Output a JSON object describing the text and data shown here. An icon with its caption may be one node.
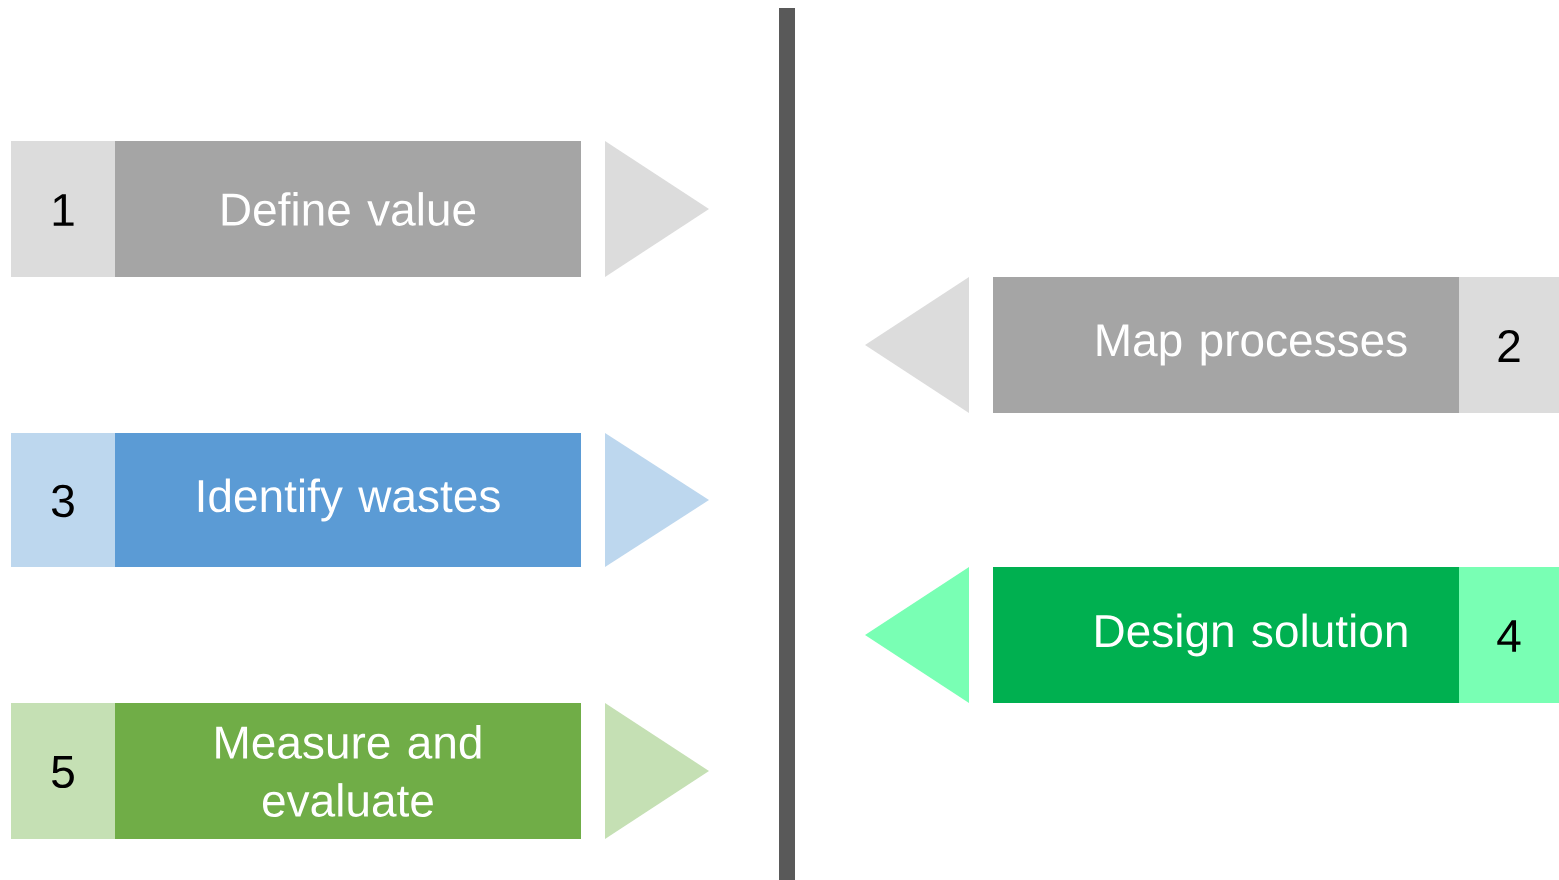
{
  "diagram": {
    "nodes": [
      {
        "text": [],
        "shape": "bar"
      },
      {
        "text": [
          "1",
          "Define value"
        ]
      },
      {
        "text": [],
        "shape": "triangle"
      },
      {
        "text": [],
        "shape": "triangle"
      },
      {
        "text": [
          "Map processes",
          "2"
        ]
      },
      {
        "text": [
          "3",
          "Identify wastes"
        ]
      },
      {
        "text": [],
        "shape": "triangle"
      },
      {
        "text": [],
        "shape": "triangle"
      },
      {
        "text": [
          "Design solution",
          "4"
        ]
      },
      {
        "text": [
          "5",
          "Measure and evaluate"
        ]
      },
      {
        "text": [],
        "shape": "triangle"
      }
    ]
  }
}
